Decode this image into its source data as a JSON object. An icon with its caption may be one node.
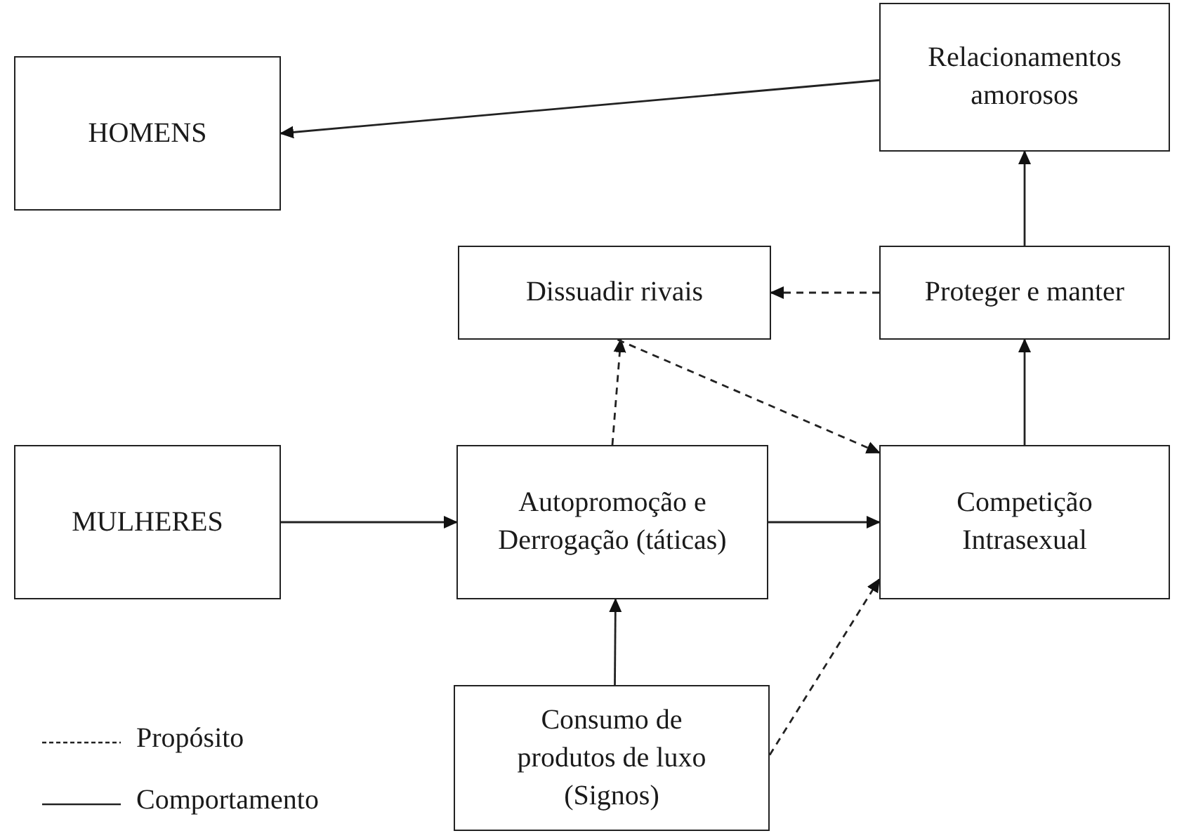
{
  "diagram": {
    "nodes": [
      {
        "text": [
          "HOMENS"
        ]
      },
      {
        "text": [
          "Relacionamentos amorosos"
        ]
      },
      {
        "text": [
          "Dissuadir rivais"
        ]
      },
      {
        "text": [
          "Proteger e manter"
        ]
      },
      {
        "text": [
          "MULHERES"
        ]
      },
      {
        "text": [
          "Autopromoção e Derrogação (táticas)"
        ]
      },
      {
        "text": [
          "Competição Intrasexual"
        ]
      },
      {
        "text": [
          "Consumo de produtos de luxo (Signos)"
        ]
      }
    ],
    "edges": [
      {
        "from": 1,
        "to": 0,
        "arrow": "to"
      },
      {
        "from": 3,
        "to": 1,
        "arrow": "to"
      },
      {
        "from": 3,
        "to": 2,
        "arrow": "to",
        "style": "dashed"
      },
      {
        "from": 5,
        "to": 2,
        "arrow": "to",
        "style": "dashed"
      },
      {
        "from": 2,
        "to": 6,
        "arrow": "to",
        "style": "dashed"
      },
      {
        "from": 4,
        "to": 5,
        "arrow": "to"
      },
      {
        "from": 5,
        "to": 6,
        "arrow": "to"
      },
      {
        "from": 6,
        "to": 3,
        "arrow": "to"
      },
      {
        "from": 7,
        "to": 5,
        "arrow": "to"
      },
      {
        "from": 7,
        "to": 6,
        "arrow": "to",
        "style": "dashed"
      }
    ],
    "legend": [
      {
        "text": "Propósito"
      },
      {
        "text": "Comportamento"
      }
    ]
  }
}
